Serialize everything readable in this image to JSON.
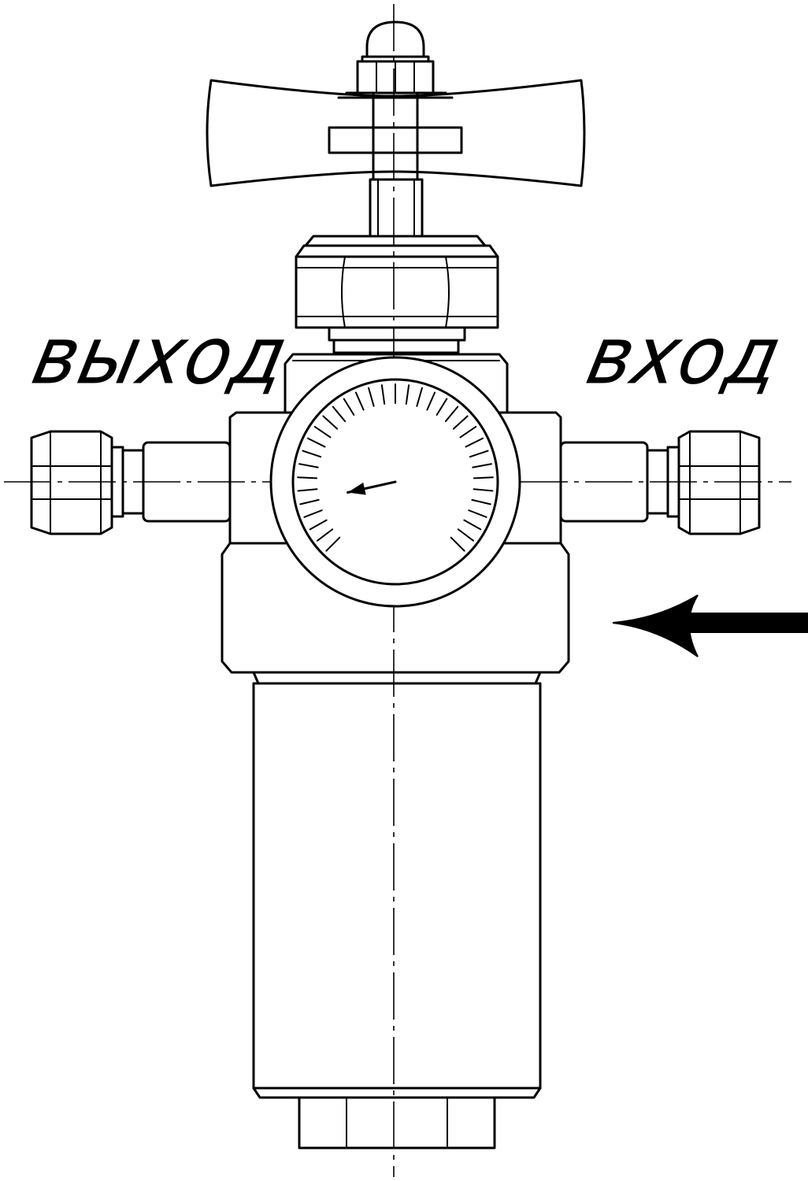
{
  "labels": {
    "outlet": "выход",
    "inlet": "вход"
  },
  "gauge": {
    "needle_fraction": 0.12,
    "tick_count": 34
  },
  "colors": {
    "line": "#000000",
    "background": "#ffffff"
  }
}
